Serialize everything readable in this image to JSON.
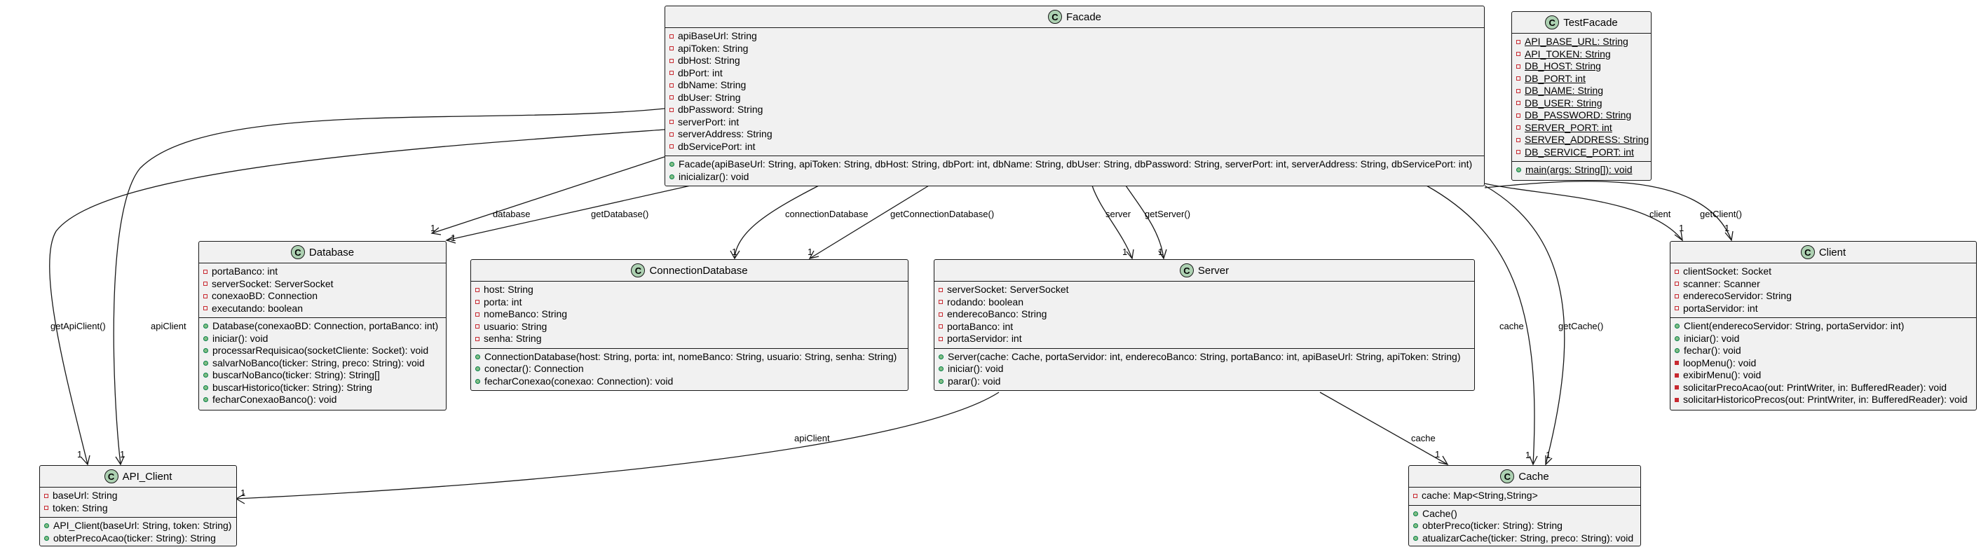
{
  "classes": {
    "facade": {
      "name": "Facade",
      "badge": "C",
      "fields": [
        "apiBaseUrl: String",
        "apiToken: String",
        "dbHost: String",
        "dbPort: int",
        "dbName: String",
        "dbUser: String",
        "dbPassword: String",
        "serverPort: int",
        "serverAddress: String",
        "dbServicePort: int"
      ],
      "methods": [
        "Facade(apiBaseUrl: String, apiToken: String, dbHost: String, dbPort: int, dbName: String, dbUser: String, dbPassword: String, serverPort: int, serverAddress: String, dbServicePort: int)",
        "inicializar(): void"
      ]
    },
    "test_facade": {
      "name": "TestFacade",
      "badge": "C",
      "fields": [
        "API_BASE_URL: String",
        "API_TOKEN: String",
        "DB_HOST: String",
        "DB_PORT: int",
        "DB_NAME: String",
        "DB_USER: String",
        "DB_PASSWORD: String",
        "SERVER_PORT: int",
        "SERVER_ADDRESS: String",
        "DB_SERVICE_PORT: int"
      ],
      "methods": [
        "main(args: String[]): void"
      ]
    },
    "database": {
      "name": "Database",
      "badge": "C",
      "fields": [
        "portaBanco: int",
        "serverSocket: ServerSocket",
        "conexaoBD: Connection",
        "executando: boolean"
      ],
      "methods": [
        "Database(conexaoBD: Connection, portaBanco: int)",
        "iniciar(): void",
        "processarRequisicao(socketCliente: Socket): void",
        "salvarNoBanco(ticker: String, preco: String): void",
        "buscarNoBanco(ticker: String): String[]",
        "buscarHistorico(ticker: String): String",
        "fecharConexaoBanco(): void"
      ]
    },
    "connection_database": {
      "name": "ConnectionDatabase",
      "badge": "C",
      "fields": [
        "host: String",
        "porta: int",
        "nomeBanco: String",
        "usuario: String",
        "senha: String"
      ],
      "methods": [
        "ConnectionDatabase(host: String, porta: int, nomeBanco: String, usuario: String, senha: String)",
        "conectar(): Connection",
        "fecharConexao(conexao: Connection): void"
      ]
    },
    "server": {
      "name": "Server",
      "badge": "C",
      "fields": [
        "serverSocket: ServerSocket",
        "rodando: boolean",
        "enderecoBanco: String",
        "portaBanco: int",
        "portaServidor: int"
      ],
      "methods": [
        "Server(cache: Cache, portaServidor: int, enderecoBanco: String, portaBanco: int, apiBaseUrl: String, apiToken: String)",
        "iniciar(): void",
        "parar(): void"
      ]
    },
    "client": {
      "name": "Client",
      "badge": "C",
      "fields": [
        "clientSocket: Socket",
        "scanner: Scanner",
        "enderecoServidor: String",
        "portaServidor: int"
      ],
      "methods": [
        "Client(enderecoServidor: String, portaServidor: int)",
        "iniciar(): void",
        "fechar(): void",
        "loopMenu(): void",
        "exibirMenu(): void",
        "solicitarPrecoAcao(out: PrintWriter, in: BufferedReader): void",
        "solicitarHistoricoPrecos(out: PrintWriter, in: BufferedReader): void"
      ]
    },
    "api_client": {
      "name": "API_Client",
      "badge": "C",
      "fields": [
        "baseUrl: String",
        "token: String"
      ],
      "methods": [
        "API_Client(baseUrl: String, token: String)",
        "obterPrecoAcao(ticker: String): String"
      ]
    },
    "cache": {
      "name": "Cache",
      "badge": "C",
      "fields": [
        "cache: Map<String,String>"
      ],
      "methods": [
        "Cache()",
        "obterPreco(ticker: String): String",
        "atualizarCache(ticker: String, preco: String): void"
      ]
    }
  },
  "associations": [
    {
      "label": "getApiClient()",
      "multiplicity": "1"
    },
    {
      "label": "apiClient",
      "multiplicity": "1"
    },
    {
      "label": "database",
      "multiplicity": "1"
    },
    {
      "label": "getDatabase()",
      "multiplicity": "1"
    },
    {
      "label": "connectionDatabase",
      "multiplicity": "1"
    },
    {
      "label": "getConnectionDatabase()",
      "multiplicity": "1"
    },
    {
      "label": "server",
      "multiplicity": "1"
    },
    {
      "label": "getServer()",
      "multiplicity": "1"
    },
    {
      "label": "cache",
      "multiplicity": "1"
    },
    {
      "label": "getCache()",
      "multiplicity": "1"
    },
    {
      "label": "client",
      "multiplicity": "1"
    },
    {
      "label": "getClient()",
      "multiplicity": "1"
    },
    {
      "label": "apiClient",
      "multiplicity": "1"
    },
    {
      "label": "cache",
      "multiplicity": "1"
    }
  ],
  "colors": {
    "class_fill": "#f1f1f1",
    "border": "#181818",
    "badge_fill": "#add1b2",
    "private_marker": "#c82930",
    "public_marker": "#84be84"
  }
}
